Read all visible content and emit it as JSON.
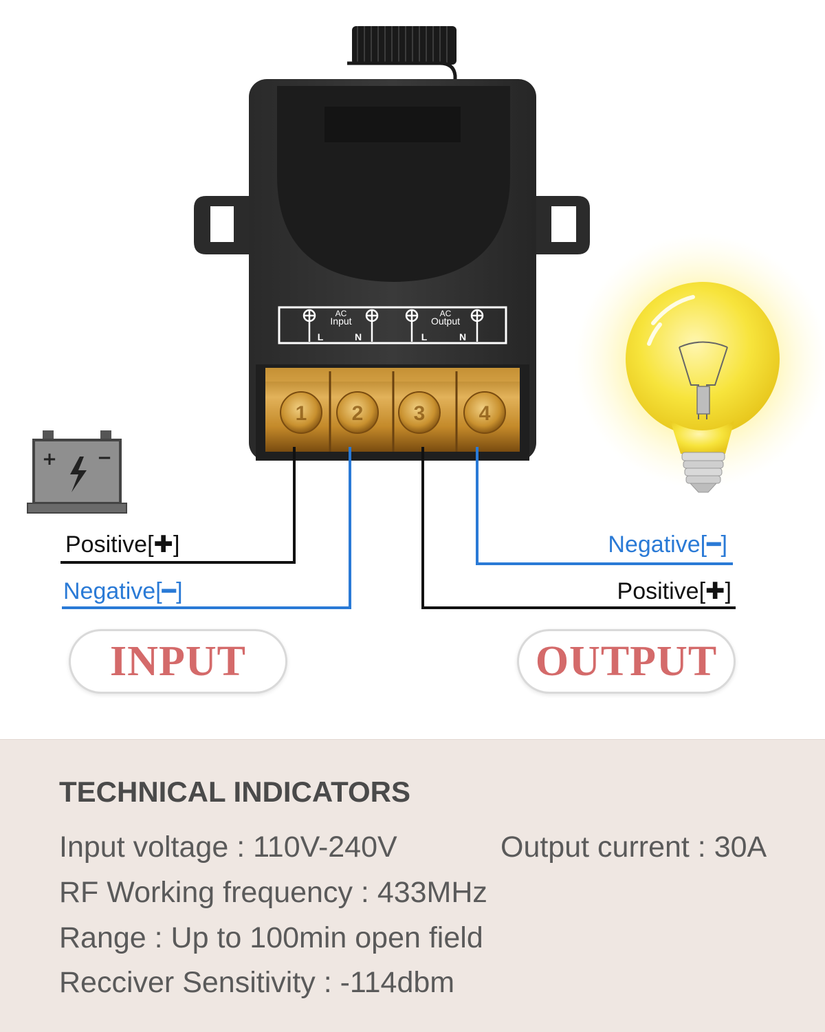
{
  "terminal_panel": {
    "input_label_top": "AC",
    "input_label": "Input",
    "output_label_top": "AC",
    "output_label": "Output",
    "input_l": "L",
    "input_n": "N",
    "output_l": "L",
    "output_n": "N"
  },
  "terminal_numbers": [
    "1",
    "2",
    "3",
    "4"
  ],
  "battery": {
    "plus": "+",
    "minus": "−"
  },
  "wires": {
    "input_positive": {
      "text": "Positive",
      "sign": "✚"
    },
    "input_negative": {
      "text": "Negative",
      "sign": "━"
    },
    "output_negative": {
      "text": "Negative",
      "sign": "━"
    },
    "output_positive": {
      "text": "Positive",
      "sign": "✚"
    },
    "open_bracket": "[",
    "close_bracket": "]"
  },
  "colors": {
    "black_wire": "#111111",
    "blue_wire": "#2a7ad6",
    "pill_text": "#d46a6a",
    "panel_bg": "#efe7e2"
  },
  "badges": {
    "input": "INPUT",
    "output": "OUTPUT"
  },
  "specs": {
    "title": "TECHNICAL INDICATORS",
    "input_voltage": "Input voltage : 110V-240V",
    "output_current": "Output current : 30A",
    "rf_frequency": "RF Working frequency : 433MHz",
    "range": "Range : Up to 100min open field",
    "sensitivity": "Recciver Sensitivity : -114dbm"
  }
}
